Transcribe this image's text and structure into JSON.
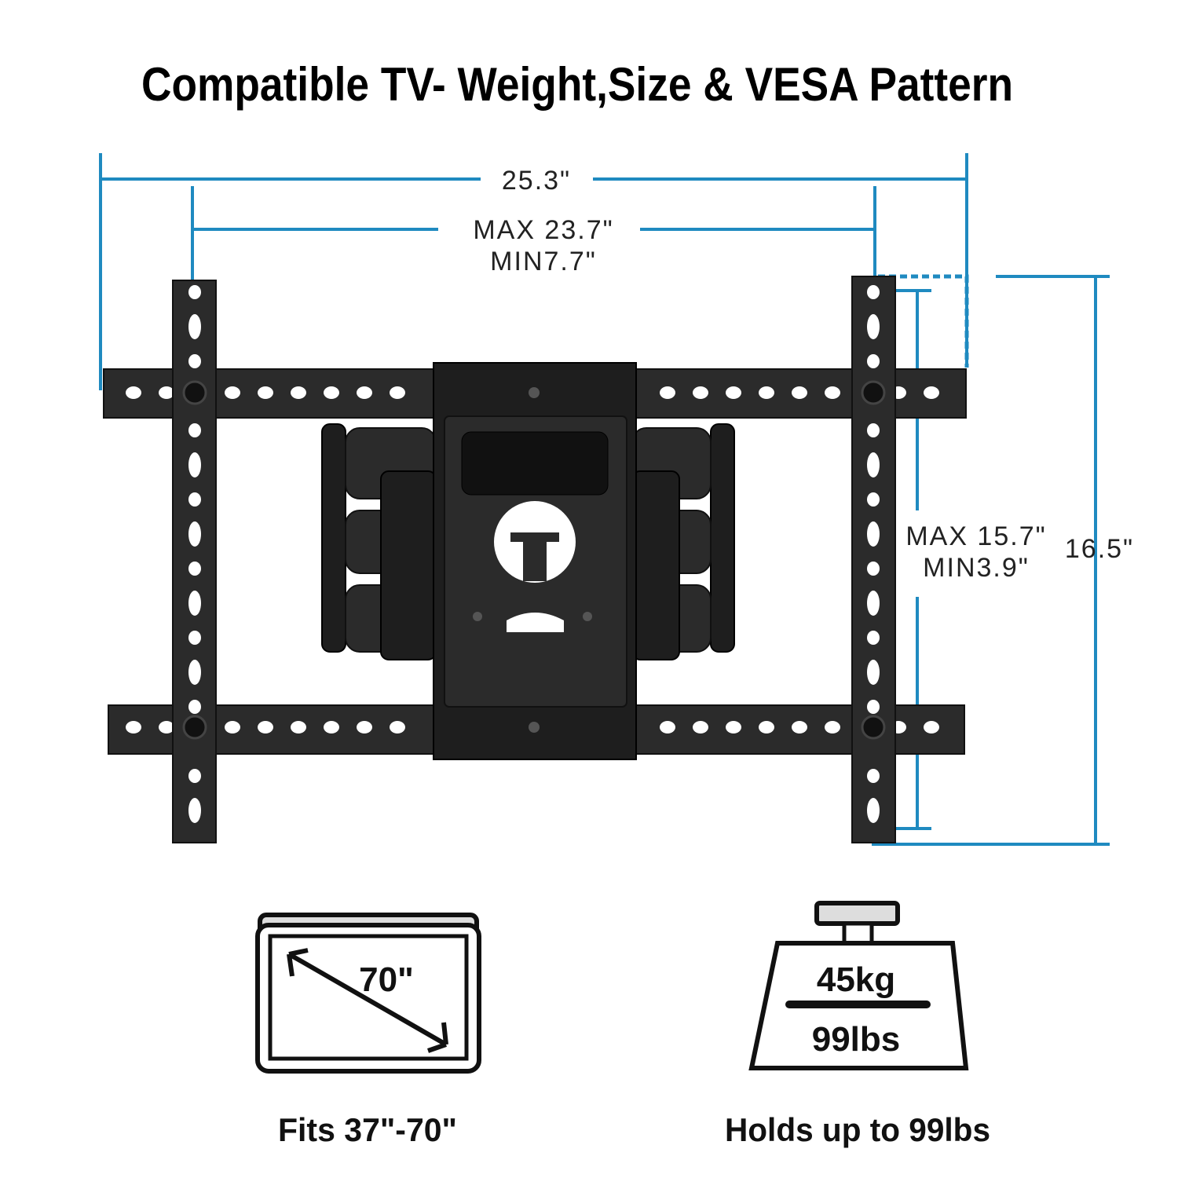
{
  "title": "Compatible TV- Weight,Size & VESA Pattern",
  "dimensions": {
    "overall_width": "25.3\"",
    "vesa_width_max": "MAX 23.7\"",
    "vesa_width_min": "MIN7.7\"",
    "vesa_height_max": "MAX 15.7\"",
    "vesa_height_min": "MIN3.9\"",
    "overall_height": "16.5\""
  },
  "tv_icon": {
    "size": "70\"",
    "caption": "Fits 37\"-70\""
  },
  "weight_icon": {
    "kg": "45kg",
    "lbs": "99lbs",
    "caption": "Holds up to 99lbs"
  },
  "colors": {
    "dimension_line": "#1f8ac0",
    "mount": "#2b2b2b"
  }
}
